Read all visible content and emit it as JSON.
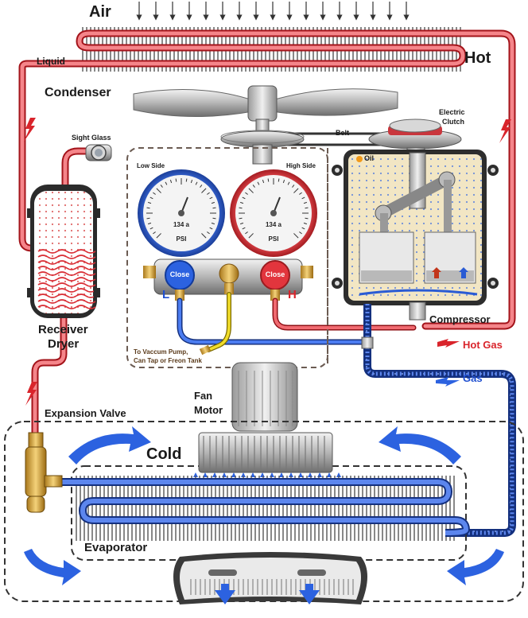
{
  "labels": {
    "air": "Air",
    "hot": "Hot",
    "liquid": "Liquid",
    "condenser": "Condenser",
    "sight_glass": "Sight Glass",
    "belt": "Belt",
    "electric_clutch_1": "Electric",
    "electric_clutch_2": "Clutch",
    "oil": "Oil",
    "low_side": "Low Side",
    "high_side": "High Side",
    "receiver_1": "Receiver",
    "receiver_2": "Dryer",
    "compressor": "Compressor",
    "hot_gas": "Hot Gas",
    "gas": "Gas",
    "vacuum_1": "To Vaccum Pump,",
    "vacuum_2": "Can Tap or Freon Tank",
    "fan_motor_1": "Fan",
    "fan_motor_2": "Motor",
    "expansion_valve": "Expansion Valve",
    "cold": "Cold",
    "evaporator": "Evaporator",
    "gauge_low_letter": "L",
    "gauge_high_letter": "H",
    "close_left": "Close",
    "close_right": "Close",
    "gauge_unit": "PSI",
    "gauge_ref": "134 a"
  },
  "colors": {
    "hot_line": "#e8343b",
    "cold_line": "#2c62e0",
    "gauge_low": "#2f5fd8",
    "gauge_high": "#e2353d"
  },
  "icons": [
    "fan-icon",
    "gauge-icon",
    "valve-icon",
    "arrow-icon"
  ]
}
